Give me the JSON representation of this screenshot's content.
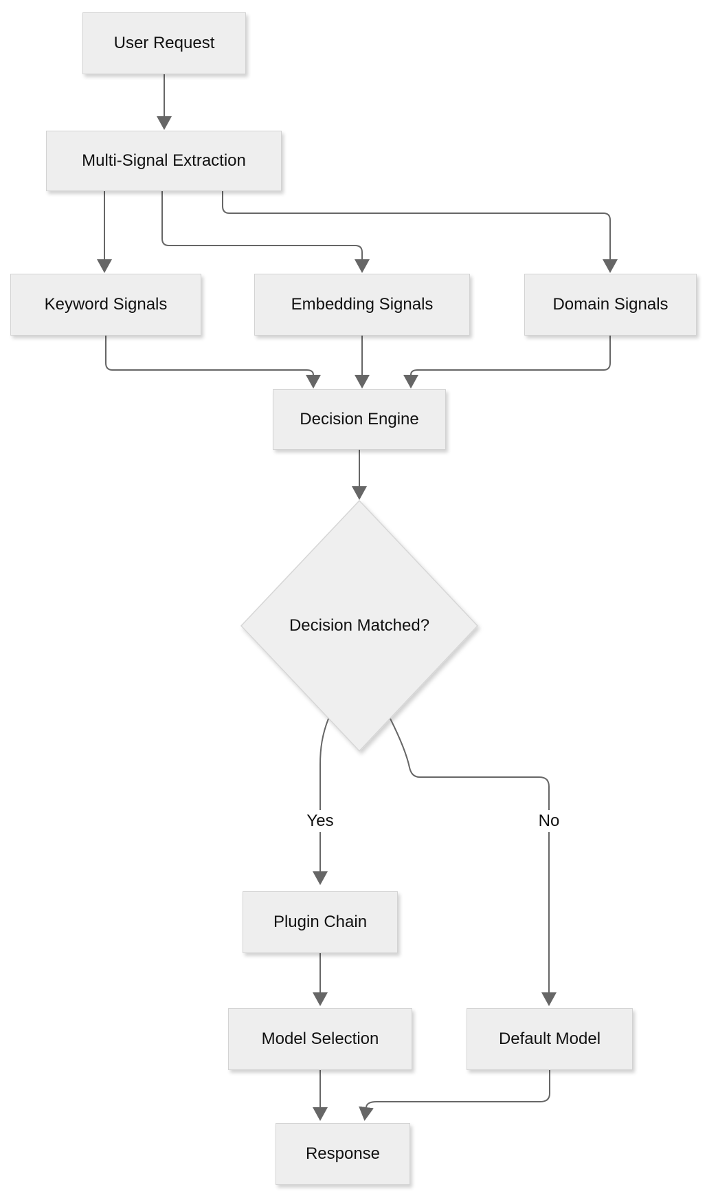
{
  "diagram": {
    "type": "flowchart",
    "direction": "top-down",
    "background_color": "#ffffff",
    "colors": {
      "node_fill": "#eeeeee",
      "node_border": "#d3d3d3",
      "node_text": "#111111",
      "edge_line": "#666666",
      "arrowhead": "#666666",
      "diamond_fill": "#efefef",
      "edge_label_background": "#ffffff"
    },
    "nodes": [
      {
        "id": "user_request",
        "shape": "rect",
        "label": "User Request"
      },
      {
        "id": "multi_signal_extraction",
        "shape": "rect",
        "label": "Multi-Signal Extraction"
      },
      {
        "id": "keyword_signals",
        "shape": "rect",
        "label": "Keyword Signals"
      },
      {
        "id": "embedding_signals",
        "shape": "rect",
        "label": "Embedding Signals"
      },
      {
        "id": "domain_signals",
        "shape": "rect",
        "label": "Domain Signals"
      },
      {
        "id": "decision_engine",
        "shape": "rect",
        "label": "Decision Engine"
      },
      {
        "id": "decision_matched",
        "shape": "diamond",
        "label": "Decision Matched?"
      },
      {
        "id": "plugin_chain",
        "shape": "rect",
        "label": "Plugin Chain"
      },
      {
        "id": "model_selection",
        "shape": "rect",
        "label": "Model Selection"
      },
      {
        "id": "default_model",
        "shape": "rect",
        "label": "Default Model"
      },
      {
        "id": "response",
        "shape": "rect",
        "label": "Response"
      }
    ],
    "edges": [
      {
        "from": "user_request",
        "to": "multi_signal_extraction",
        "label": ""
      },
      {
        "from": "multi_signal_extraction",
        "to": "keyword_signals",
        "label": ""
      },
      {
        "from": "multi_signal_extraction",
        "to": "embedding_signals",
        "label": ""
      },
      {
        "from": "multi_signal_extraction",
        "to": "domain_signals",
        "label": ""
      },
      {
        "from": "keyword_signals",
        "to": "decision_engine",
        "label": ""
      },
      {
        "from": "embedding_signals",
        "to": "decision_engine",
        "label": ""
      },
      {
        "from": "domain_signals",
        "to": "decision_engine",
        "label": ""
      },
      {
        "from": "decision_engine",
        "to": "decision_matched",
        "label": ""
      },
      {
        "from": "decision_matched",
        "to": "plugin_chain",
        "label": "Yes"
      },
      {
        "from": "decision_matched",
        "to": "default_model",
        "label": "No"
      },
      {
        "from": "plugin_chain",
        "to": "model_selection",
        "label": ""
      },
      {
        "from": "model_selection",
        "to": "response",
        "label": ""
      },
      {
        "from": "default_model",
        "to": "response",
        "label": ""
      }
    ]
  }
}
